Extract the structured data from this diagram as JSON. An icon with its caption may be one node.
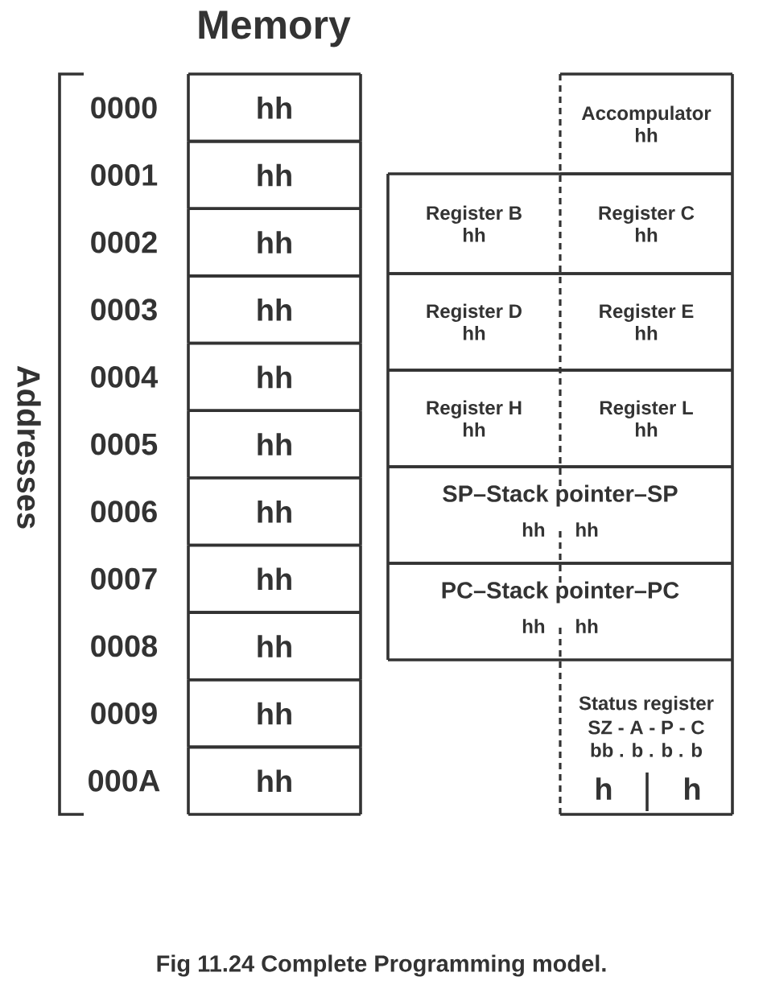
{
  "diagram": {
    "caption": "Fig 11.24 Complete Programming model.",
    "nodes": [
      {
        "text": [
          "hh"
        ],
        "beside": [
          "0000"
        ]
      },
      {
        "text": [
          "hh"
        ],
        "beside": [
          "0001"
        ]
      },
      {
        "text": [
          "hh"
        ],
        "beside": [
          "0002"
        ]
      },
      {
        "text": [
          "hh"
        ],
        "beside": [
          "0003"
        ]
      },
      {
        "text": [
          "hh"
        ],
        "beside": [
          "0004"
        ]
      },
      {
        "text": [
          "hh"
        ],
        "beside": [
          "0005"
        ]
      },
      {
        "text": [
          "hh"
        ],
        "beside": [
          "0006"
        ]
      },
      {
        "text": [
          "hh"
        ],
        "beside": [
          "0007"
        ]
      },
      {
        "text": [
          "hh"
        ],
        "beside": [
          "0008"
        ]
      },
      {
        "text": [
          "hh"
        ],
        "beside": [
          "0009"
        ]
      },
      {
        "text": [
          "hh"
        ],
        "beside": [
          "000A"
        ]
      },
      {
        "text": [
          "Accompulator",
          "hh"
        ]
      },
      {
        "text": [
          "Register B",
          "hh"
        ]
      },
      {
        "text": [
          "Register C",
          "hh"
        ]
      },
      {
        "text": [
          "Register D",
          "hh"
        ]
      },
      {
        "text": [
          "Register E",
          "hh"
        ]
      },
      {
        "text": [
          "Register H",
          "hh"
        ]
      },
      {
        "text": [
          "Register L",
          "hh"
        ]
      },
      {
        "text": [
          "SP–Stack pointer–SP",
          "hh",
          "hh"
        ]
      },
      {
        "text": [
          "PC–Stack pointer–PC",
          "hh",
          "hh"
        ]
      },
      {
        "text": [
          "Status register",
          "SZ - A - P - C",
          "bb . b . b . b",
          "h",
          "h"
        ]
      }
    ],
    "labels": [
      "Memory",
      "Addresses"
    ]
  }
}
